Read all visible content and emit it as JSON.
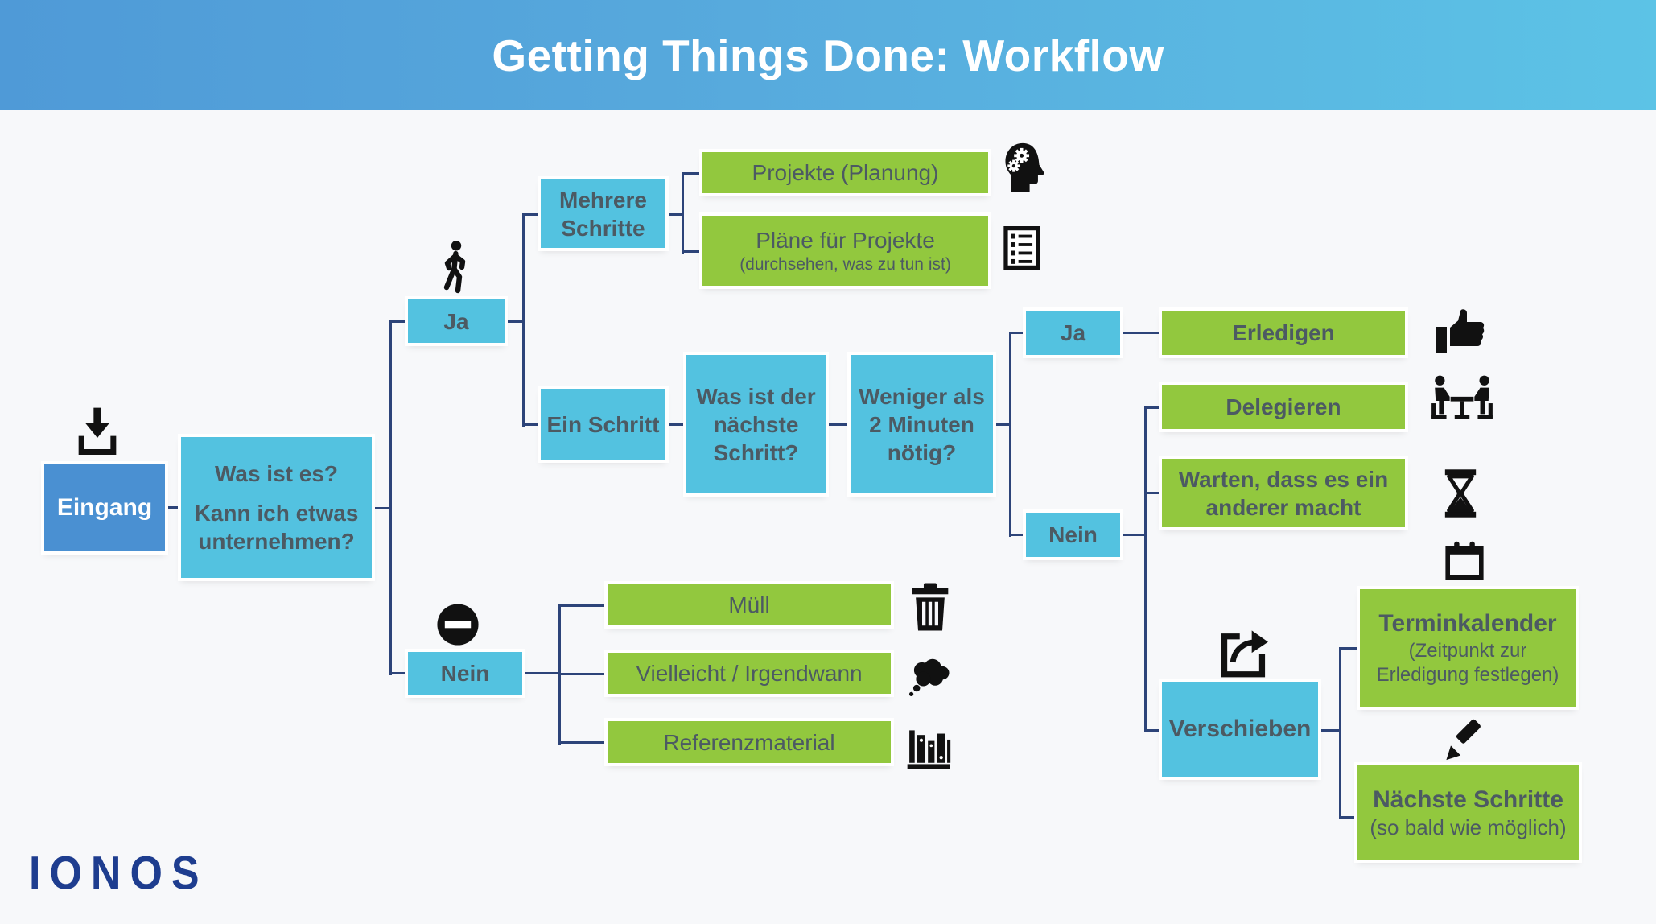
{
  "header": {
    "title": "Getting Things Done: Workflow"
  },
  "logo": {
    "text": "IONOS",
    "color": "#1e3d8f"
  },
  "colors": {
    "header_gradient_left": "#4f9ad7",
    "header_gradient_right": "#5cc3e6",
    "background": "#f7f8fa",
    "box_blue": "#4a90d2",
    "box_cyan": "#53c2e0",
    "box_green": "#92c83e",
    "box_text": "#4c5a63",
    "connector": "#2d4479",
    "icon_black": "#111111"
  },
  "nodes": {
    "eingang": {
      "label": "Eingang"
    },
    "frage": {
      "line1": "Was ist es?",
      "line2": "Kann ich etwas unternehmen?"
    },
    "ja_links": {
      "label": "Ja"
    },
    "mehrere_schritte": {
      "label": "Mehrere Schritte"
    },
    "projekte": {
      "label": "Projekte (Planung)"
    },
    "plaene": {
      "label": "Pläne für Projekte",
      "sub": "(durchsehen, was zu tun ist)"
    },
    "ein_schritt": {
      "label": "Ein Schritt"
    },
    "naechster_schritt": {
      "label": "Was ist der nächste Schritt?"
    },
    "weniger_minuten": {
      "label": "Weniger als 2 Minuten nötig?"
    },
    "ja_rechts": {
      "label": "Ja"
    },
    "erledigen": {
      "label": "Erledigen"
    },
    "nein_rechts": {
      "label": "Nein"
    },
    "delegieren": {
      "label": "Delegieren"
    },
    "warten": {
      "label": "Warten, dass es ein anderer macht"
    },
    "terminkalender": {
      "label": "Terminkalender",
      "sub": "(Zeitpunkt zur Erledigung festlegen)"
    },
    "verschieben": {
      "label": "Verschieben"
    },
    "naechste_schritte": {
      "label": "Nächste Schritte",
      "sub": "(so bald wie möglich)"
    },
    "nein_links": {
      "label": "Nein"
    },
    "muell": {
      "label": "Müll"
    },
    "vielleicht": {
      "label": "Vielleicht / Irgendwann"
    },
    "referenz": {
      "label": "Referenzmaterial"
    }
  },
  "icons": [
    "inbox-icon",
    "walking-person-icon",
    "brain-gears-icon",
    "checklist-icon",
    "thumbs-up-icon",
    "meeting-icon",
    "hourglass-icon",
    "calendar-icon",
    "share-icon",
    "pencil-icon",
    "stop-icon",
    "trash-icon",
    "thought-cloud-icon",
    "books-icon"
  ]
}
